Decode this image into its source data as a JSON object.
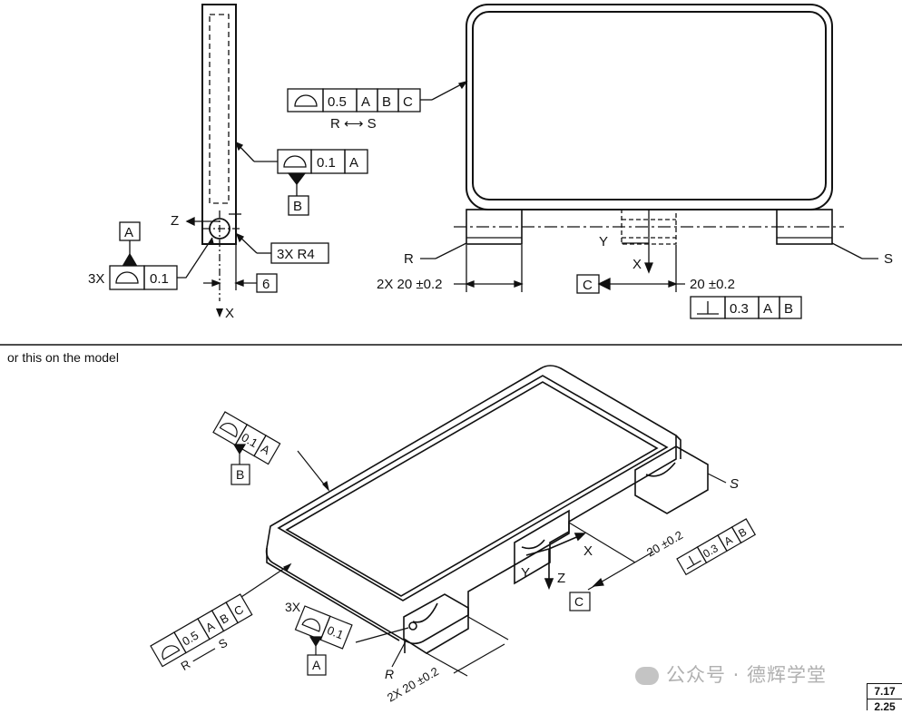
{
  "caption": "or this on the model",
  "watermark": "公众号 · 德辉学堂",
  "page_refs": [
    "7.17",
    "2.25"
  ],
  "labels": {
    "z_axis": "Z",
    "x_axis": "X",
    "y_axis": "Y",
    "datum_a": "A",
    "datum_b": "B",
    "datum_c": "C",
    "qty_3x": "3X",
    "radius_note": "3X  R4",
    "dim_6": "6",
    "tol_0_1": "0.1",
    "tol_0_5": "0.5",
    "tol_0_3": "0.3",
    "ref_a": "A",
    "ref_b": "B",
    "ref_c": "C",
    "r_label": "R",
    "s_label": "S",
    "r_to_s": "R ⟷ S",
    "dim_2x20": "2X 20 ±0.2",
    "dim_20": "20 ±0.2",
    "iso_dim_2x20": "2X 20 ±0.2",
    "iso_dim_20": "20 ±0.2"
  },
  "colors": {
    "ink": "#111111",
    "background": "#ffffff",
    "watermark": "#b0b0b0"
  },
  "icons": [
    "profile-of-surface-symbol",
    "perpendicularity-symbol",
    "datum-triangle",
    "arrow"
  ]
}
